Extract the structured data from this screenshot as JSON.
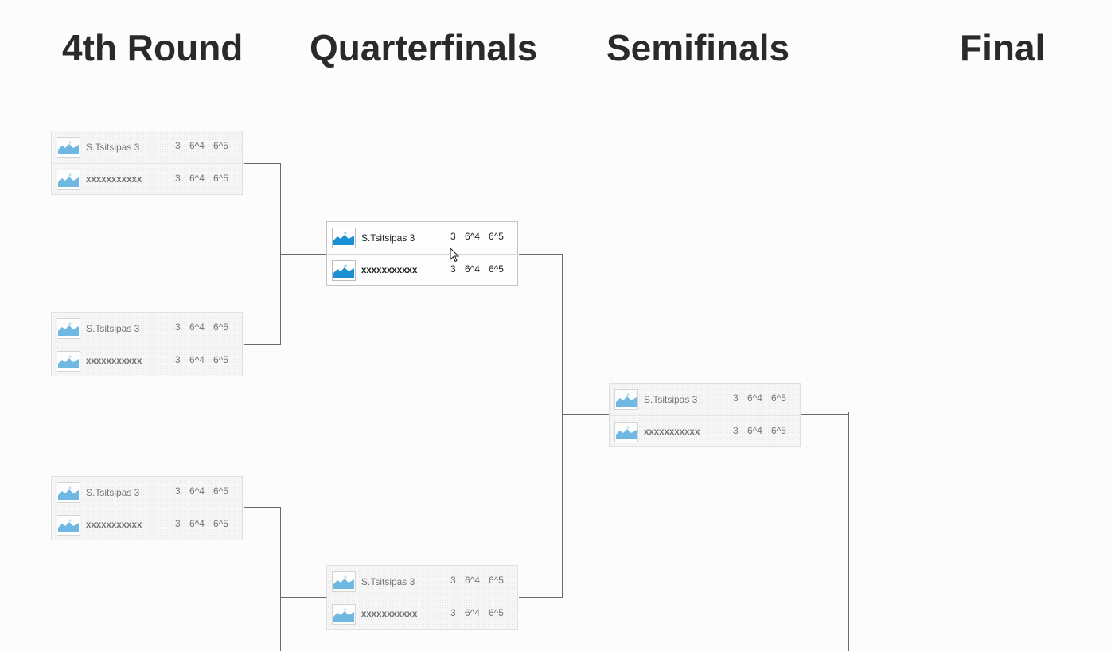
{
  "rounds": [
    {
      "title": "4th Round"
    },
    {
      "title": "Quarterfinals"
    },
    {
      "title": "Semifinals"
    },
    {
      "title": "Final"
    }
  ],
  "matches": {
    "r1m1": {
      "p1": {
        "name": "S.Tsitsipas  3",
        "scores": [
          "3",
          "6^4",
          "6^5"
        ]
      },
      "p2": {
        "name": "xxxxxxxxxxx",
        "scores": [
          "3",
          "6^4",
          "6^5"
        ]
      }
    },
    "r1m2": {
      "p1": {
        "name": "S.Tsitsipas  3",
        "scores": [
          "3",
          "6^4",
          "6^5"
        ]
      },
      "p2": {
        "name": "xxxxxxxxxxx",
        "scores": [
          "3",
          "6^4",
          "6^5"
        ]
      }
    },
    "r1m3": {
      "p1": {
        "name": "S.Tsitsipas  3",
        "scores": [
          "3",
          "6^4",
          "6^5"
        ]
      },
      "p2": {
        "name": "xxxxxxxxxxx",
        "scores": [
          "3",
          "6^4",
          "6^5"
        ]
      }
    },
    "r2m1": {
      "p1": {
        "name": "S.Tsitsipas  3",
        "scores": [
          "3",
          "6^4",
          "6^5"
        ]
      },
      "p2": {
        "name": "xxxxxxxxxxx",
        "scores": [
          "3",
          "6^4",
          "6^5"
        ]
      }
    },
    "r2m2": {
      "p1": {
        "name": "S.Tsitsipas  3",
        "scores": [
          "3",
          "6^4",
          "6^5"
        ]
      },
      "p2": {
        "name": "xxxxxxxxxxx",
        "scores": [
          "3",
          "6^4",
          "6^5"
        ]
      }
    },
    "r3m1": {
      "p1": {
        "name": "S.Tsitsipas  3",
        "scores": [
          "3",
          "6^4",
          "6^5"
        ]
      },
      "p2": {
        "name": "xxxxxxxxxxx",
        "scores": [
          "3",
          "6^4",
          "6^5"
        ]
      }
    }
  },
  "icons": {
    "avatar": "image-placeholder-icon",
    "cursor": "mouse-pointer-icon"
  },
  "colors": {
    "avatar_blue": "#1a8fd3",
    "connector": "#6b6b6b",
    "title": "#2a2a2a"
  }
}
